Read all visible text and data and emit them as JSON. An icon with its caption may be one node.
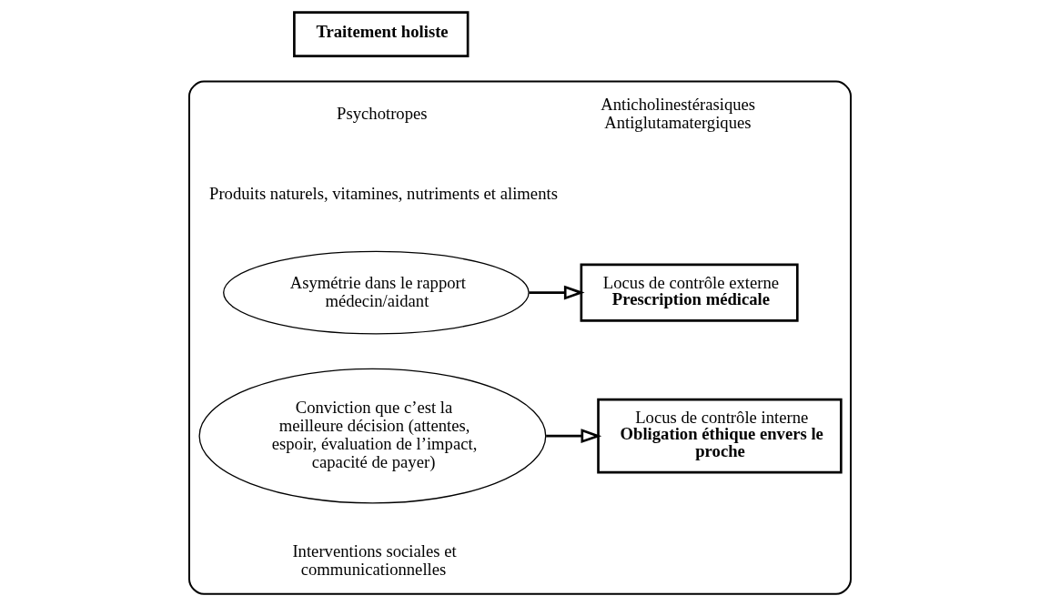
{
  "diagram": {
    "nodes": [
      {
        "text": [
          "Traitement holiste"
        ]
      },
      {
        "text": [
          "Psychotropes",
          "Anticholinestérasiques Antiglutamatergiques",
          "Produits naturels, vitamines, nutriments et aliments",
          "Interventions sociales et communicationnelles"
        ]
      },
      {
        "text": [
          "Asymétrie dans le rapport médecin/aidant"
        ],
        "in": 1
      },
      {
        "text": [
          "Locus de contrôle externe",
          "Prescription médicale"
        ],
        "in": 1
      },
      {
        "text": [
          "Conviction que c’est la meilleure décision (attentes, espoir, évaluation de l’impact, capacité de payer)"
        ],
        "in": 1
      },
      {
        "text": [
          "Locus de contrôle interne",
          "Obligation éthique envers le proche"
        ],
        "in": 1
      }
    ],
    "edges": [
      {
        "from": 2,
        "to": 3,
        "arrow": "to"
      },
      {
        "from": 4,
        "to": 5,
        "arrow": "to"
      }
    ]
  }
}
